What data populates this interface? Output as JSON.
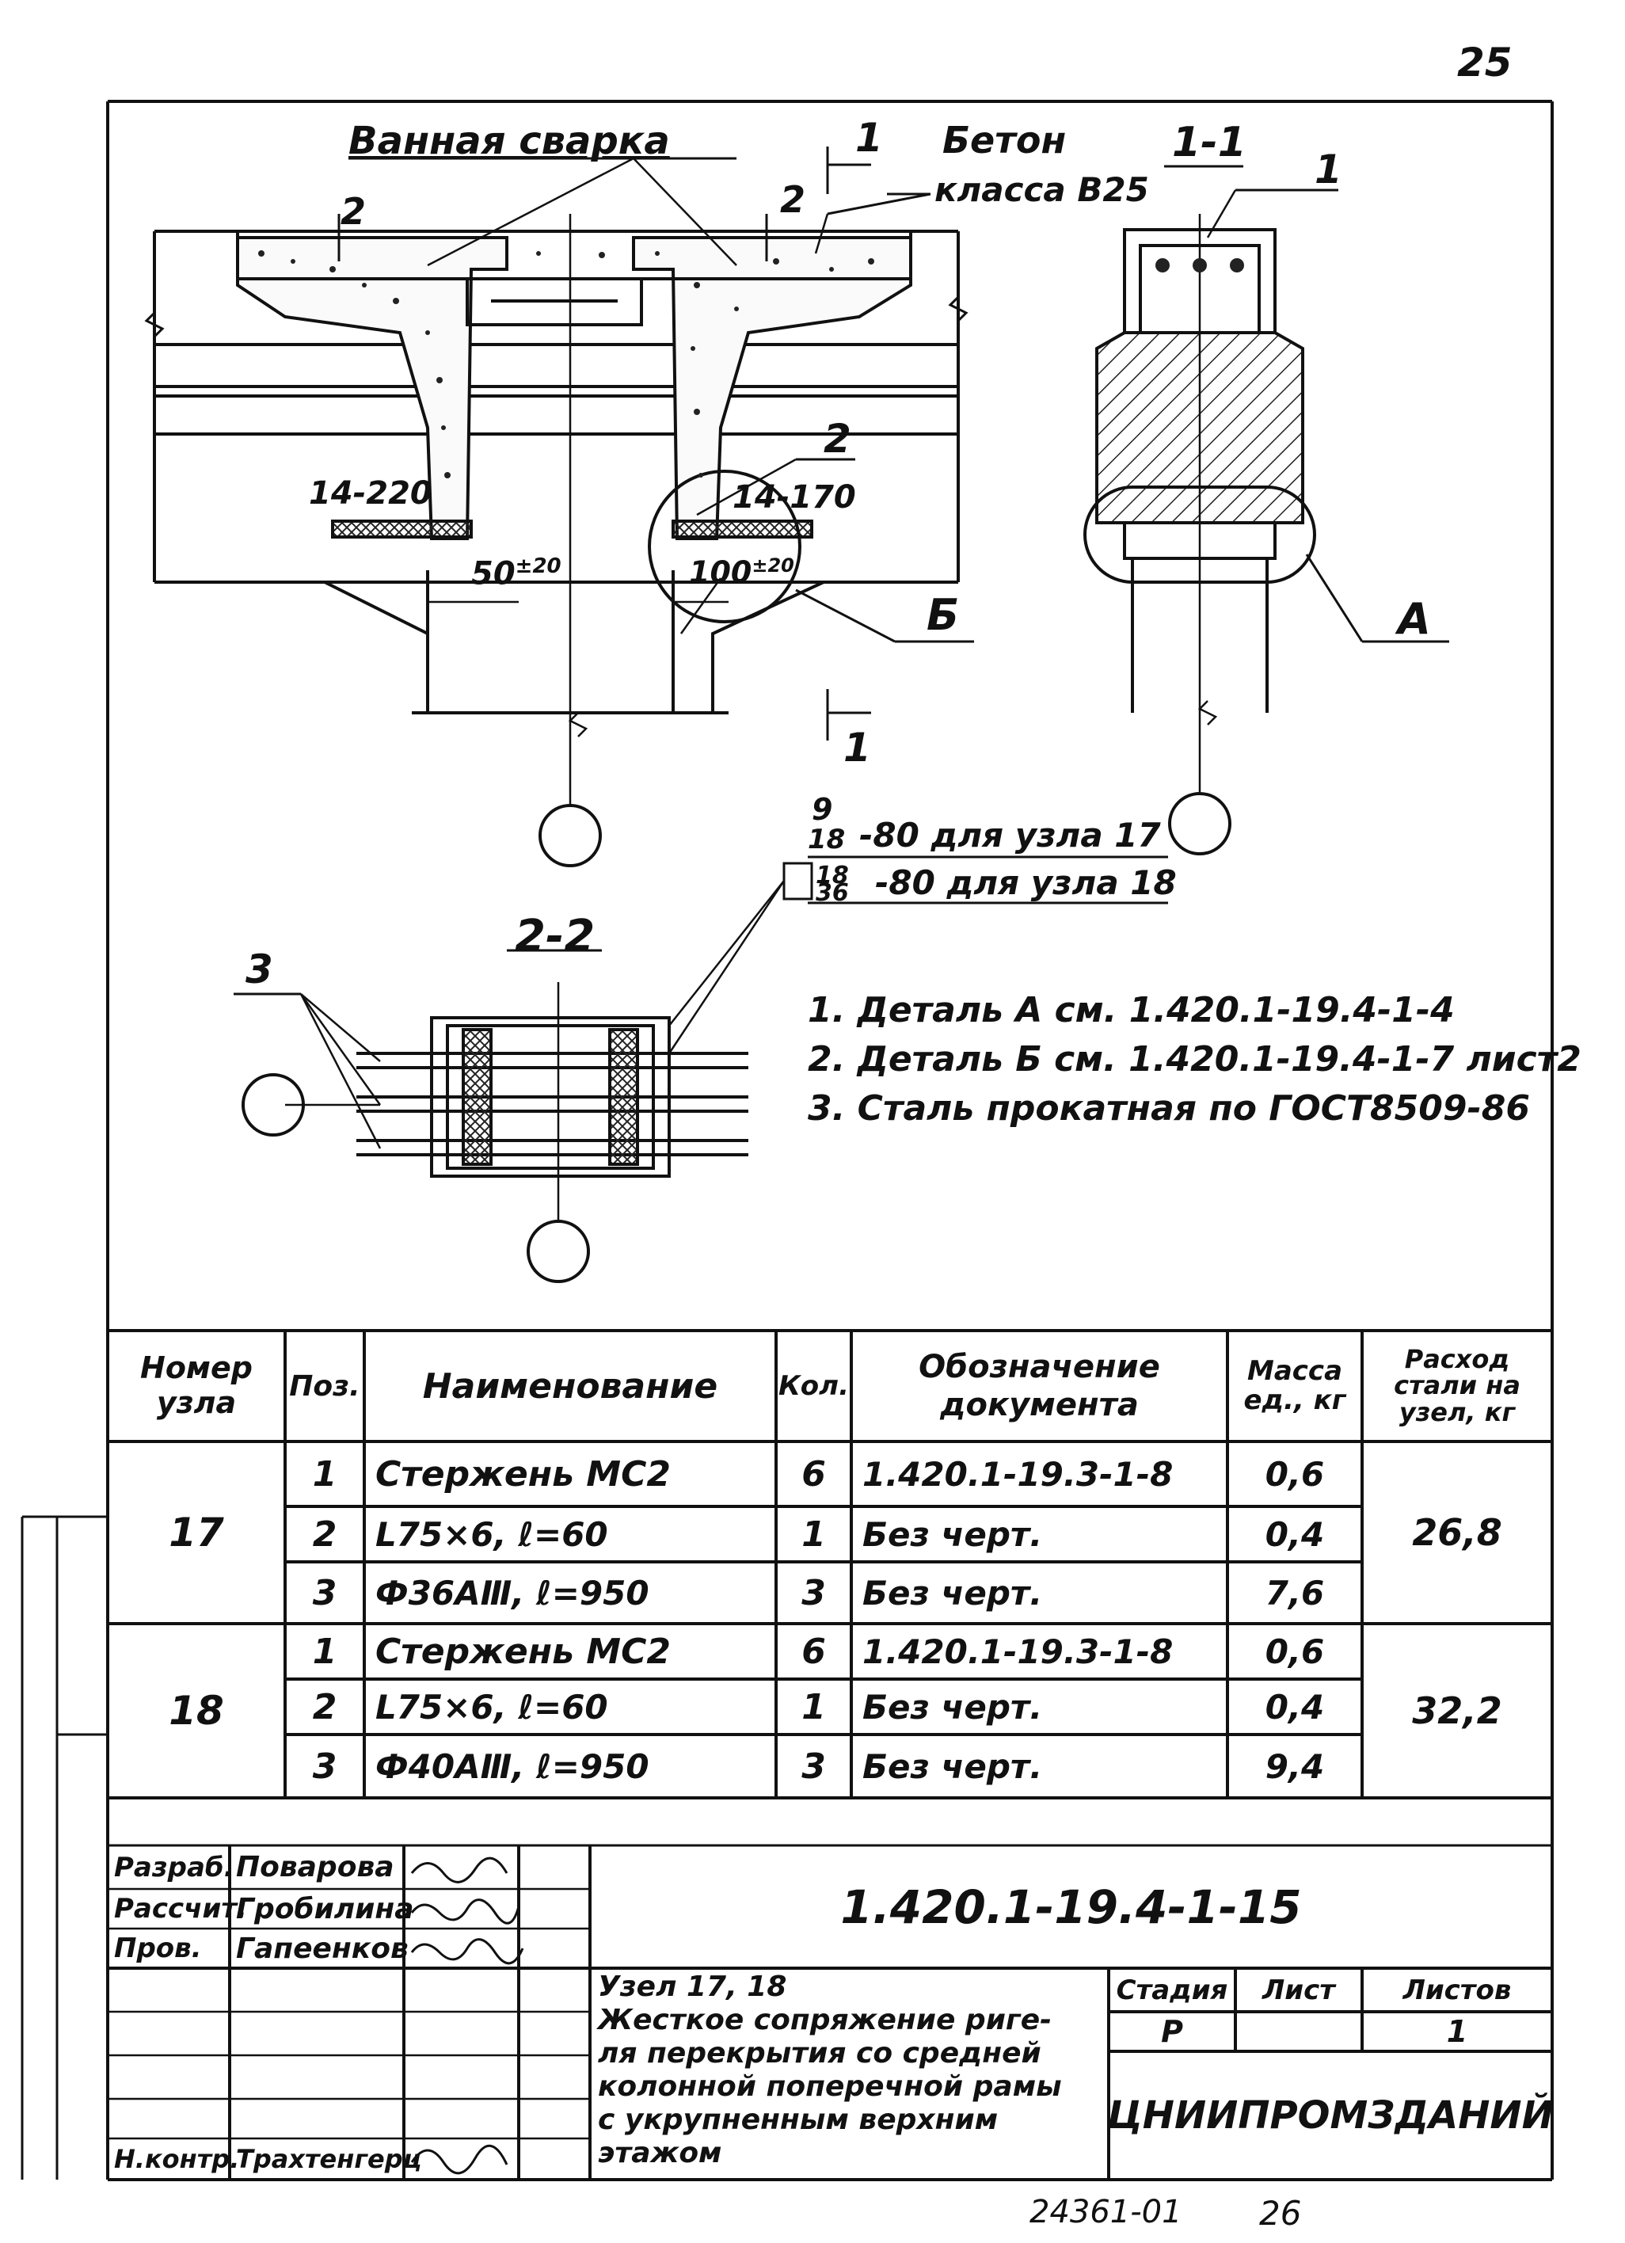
{
  "page": {
    "page_number": "25",
    "bottom_code": "24361-01",
    "bottom_number": "26"
  },
  "drawing": {
    "label_bath_weld": "Ванная сварка",
    "label_concrete_1": "Бетон",
    "label_concrete_2": "класса В25",
    "section_mark_1": "1",
    "section_mark_2": "2",
    "section_1_1": "1-1",
    "section_2_2": "2-2",
    "callout_1": "1",
    "callout_2": "2",
    "callout_3": "3",
    "plate_left": "14-220",
    "plate_right": "14-170",
    "dim_left": "50",
    "dim_left_tol": "±20",
    "dim_right": "100",
    "dim_right_tol": "±20",
    "detail_b": "Б",
    "detail_a": "А",
    "fraction_top_num": "9",
    "fraction_top_den": "18",
    "fraction_top_text": "-80 для узла 17",
    "fraction_bot_num": "18",
    "fraction_bot_den": "36",
    "fraction_bot_text": "-80 для узла 18"
  },
  "notes": [
    "1. Деталь А см. 1.420.1-19.4-1-4",
    "2. Деталь Б см. 1.420.1-19.4-1-7 лист2",
    "3. Сталь прокатная по ГОСТ8509-86"
  ],
  "table": {
    "headers": {
      "node": "Номер узла",
      "pos": "Поз.",
      "name": "Наименование",
      "qty": "Кол.",
      "doc": "Обозначение документа",
      "mass": "Масса ед., кг",
      "steel": "Расход стали на узел, кг"
    },
    "groups": [
      {
        "node": "17",
        "steel": "26,8",
        "rows": [
          {
            "pos": "1",
            "name": "Стержень МС2",
            "qty": "6",
            "doc": "1.420.1-19.3-1-8",
            "mass": "0,6"
          },
          {
            "pos": "2",
            "name": "L75×6, ℓ=60",
            "qty": "1",
            "doc": "Без черт.",
            "mass": "0,4"
          },
          {
            "pos": "3",
            "name": "Ф36АⅢ, ℓ=950",
            "qty": "3",
            "doc": "Без черт.",
            "mass": "7,6"
          }
        ]
      },
      {
        "node": "18",
        "steel": "32,2",
        "rows": [
          {
            "pos": "1",
            "name": "Стержень МС2",
            "qty": "6",
            "doc": "1.420.1-19.3-1-8",
            "mass": "0,6"
          },
          {
            "pos": "2",
            "name": "L75×6, ℓ=60",
            "qty": "1",
            "doc": "Без черт.",
            "mass": "0,4"
          },
          {
            "pos": "3",
            "name": "Ф40АⅢ, ℓ=950",
            "qty": "3",
            "doc": "Без черт.",
            "mass": "9,4"
          }
        ]
      }
    ]
  },
  "stamp": {
    "designation": "1.420.1-19.4-1-15",
    "roles": [
      {
        "role": "Разраб.",
        "name": "Поварова"
      },
      {
        "role": "Рассчит.",
        "name": "Гробилина"
      },
      {
        "role": "Пров.",
        "name": "Гапеенков"
      }
    ],
    "control_role": "Н.контр.",
    "control_name": "Трахтенгерц",
    "title_lines": [
      "Узел 17, 18",
      "Жесткое сопряжение риге-",
      "ля перекрытия со средней",
      "колонной поперечной рамы",
      "с укрупненным верхним",
      "этажом"
    ],
    "stage_label": "Стадия",
    "sheet_label": "Лист",
    "sheets_label": "Листов",
    "stage": "Р",
    "sheets": "1",
    "org": "ЦНИИПРОМЗДАНИЙ"
  }
}
